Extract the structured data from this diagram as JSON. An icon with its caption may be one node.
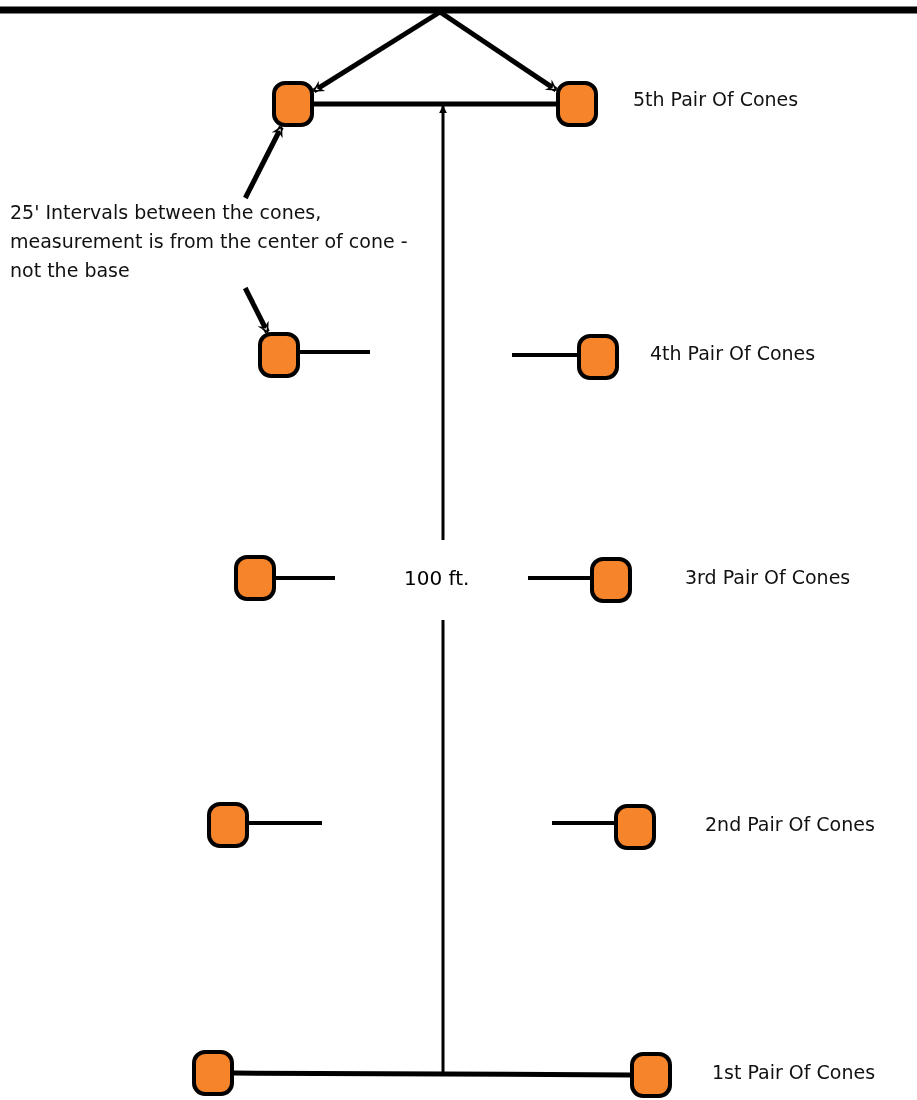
{
  "diagram": {
    "nodes": [
      {
        "text": [],
        "shape": "box"
      },
      {
        "text": [],
        "shape": "box",
        "beside": [
          "5th Pair Of Cones"
        ]
      },
      {
        "text": [
          "25' Intervals between the cones, measurement is from the center of cone - not the base"
        ]
      },
      {
        "text": [],
        "shape": "box"
      },
      {
        "text": [],
        "shape": "box",
        "beside": [
          "4th Pair Of Cones"
        ]
      },
      {
        "text": [],
        "shape": "box"
      },
      {
        "text": [],
        "shape": "box",
        "beside": [
          "3rd Pair Of Cones"
        ]
      },
      {
        "text": [],
        "shape": "box"
      },
      {
        "text": [],
        "shape": "box",
        "beside": [
          "2nd Pair Of Cones"
        ]
      },
      {
        "text": [],
        "shape": "box"
      },
      {
        "text": [],
        "shape": "box",
        "beside": [
          "1st Pair Of Cones"
        ]
      }
    ],
    "edges": [
      {
        "from": null,
        "to": 0,
        "arrow": "to"
      },
      {
        "from": null,
        "to": 1,
        "arrow": "to"
      },
      {
        "from": 0,
        "to": 1,
        "arrow": "none"
      },
      {
        "from": 2,
        "to": 0,
        "arrow": "to"
      },
      {
        "from": 2,
        "to": 3,
        "arrow": "to"
      },
      {
        "from": 9,
        "to": 10,
        "arrow": "none"
      }
    ],
    "labels": [
      "100 ft."
    ]
  }
}
